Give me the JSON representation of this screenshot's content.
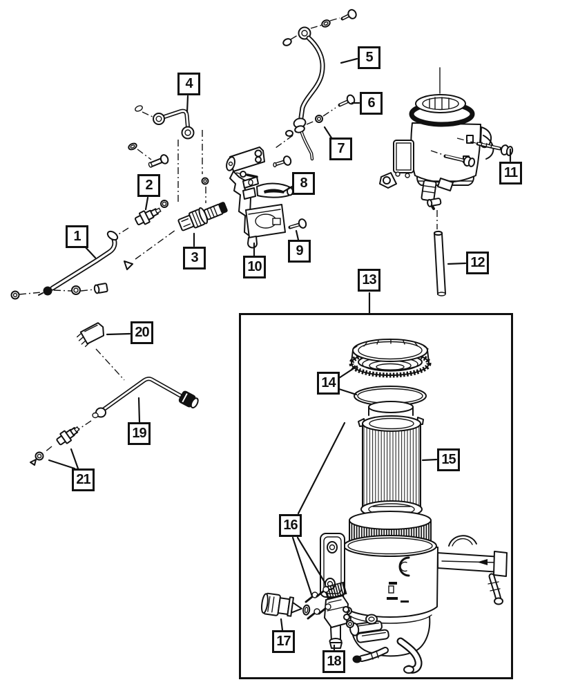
{
  "diagram": {
    "type": "exploded-parts-diagram",
    "colors": {
      "background": "#ffffff",
      "ink": "#111111"
    },
    "callout_count": 21
  },
  "callouts": [
    {
      "id": 1,
      "label": "1"
    },
    {
      "id": 2,
      "label": "2"
    },
    {
      "id": 3,
      "label": "3"
    },
    {
      "id": 4,
      "label": "4"
    },
    {
      "id": 5,
      "label": "5"
    },
    {
      "id": 6,
      "label": "6"
    },
    {
      "id": 7,
      "label": "7"
    },
    {
      "id": 8,
      "label": "8"
    },
    {
      "id": 9,
      "label": "9"
    },
    {
      "id": 10,
      "label": "10"
    },
    {
      "id": 11,
      "label": "11"
    },
    {
      "id": 12,
      "label": "12"
    },
    {
      "id": 13,
      "label": "13"
    },
    {
      "id": 14,
      "label": "14"
    },
    {
      "id": 15,
      "label": "15"
    },
    {
      "id": 16,
      "label": "16"
    },
    {
      "id": 17,
      "label": "17"
    },
    {
      "id": 18,
      "label": "18"
    },
    {
      "id": 19,
      "label": "19"
    },
    {
      "id": 20,
      "label": "20"
    },
    {
      "id": 21,
      "label": "21"
    }
  ]
}
